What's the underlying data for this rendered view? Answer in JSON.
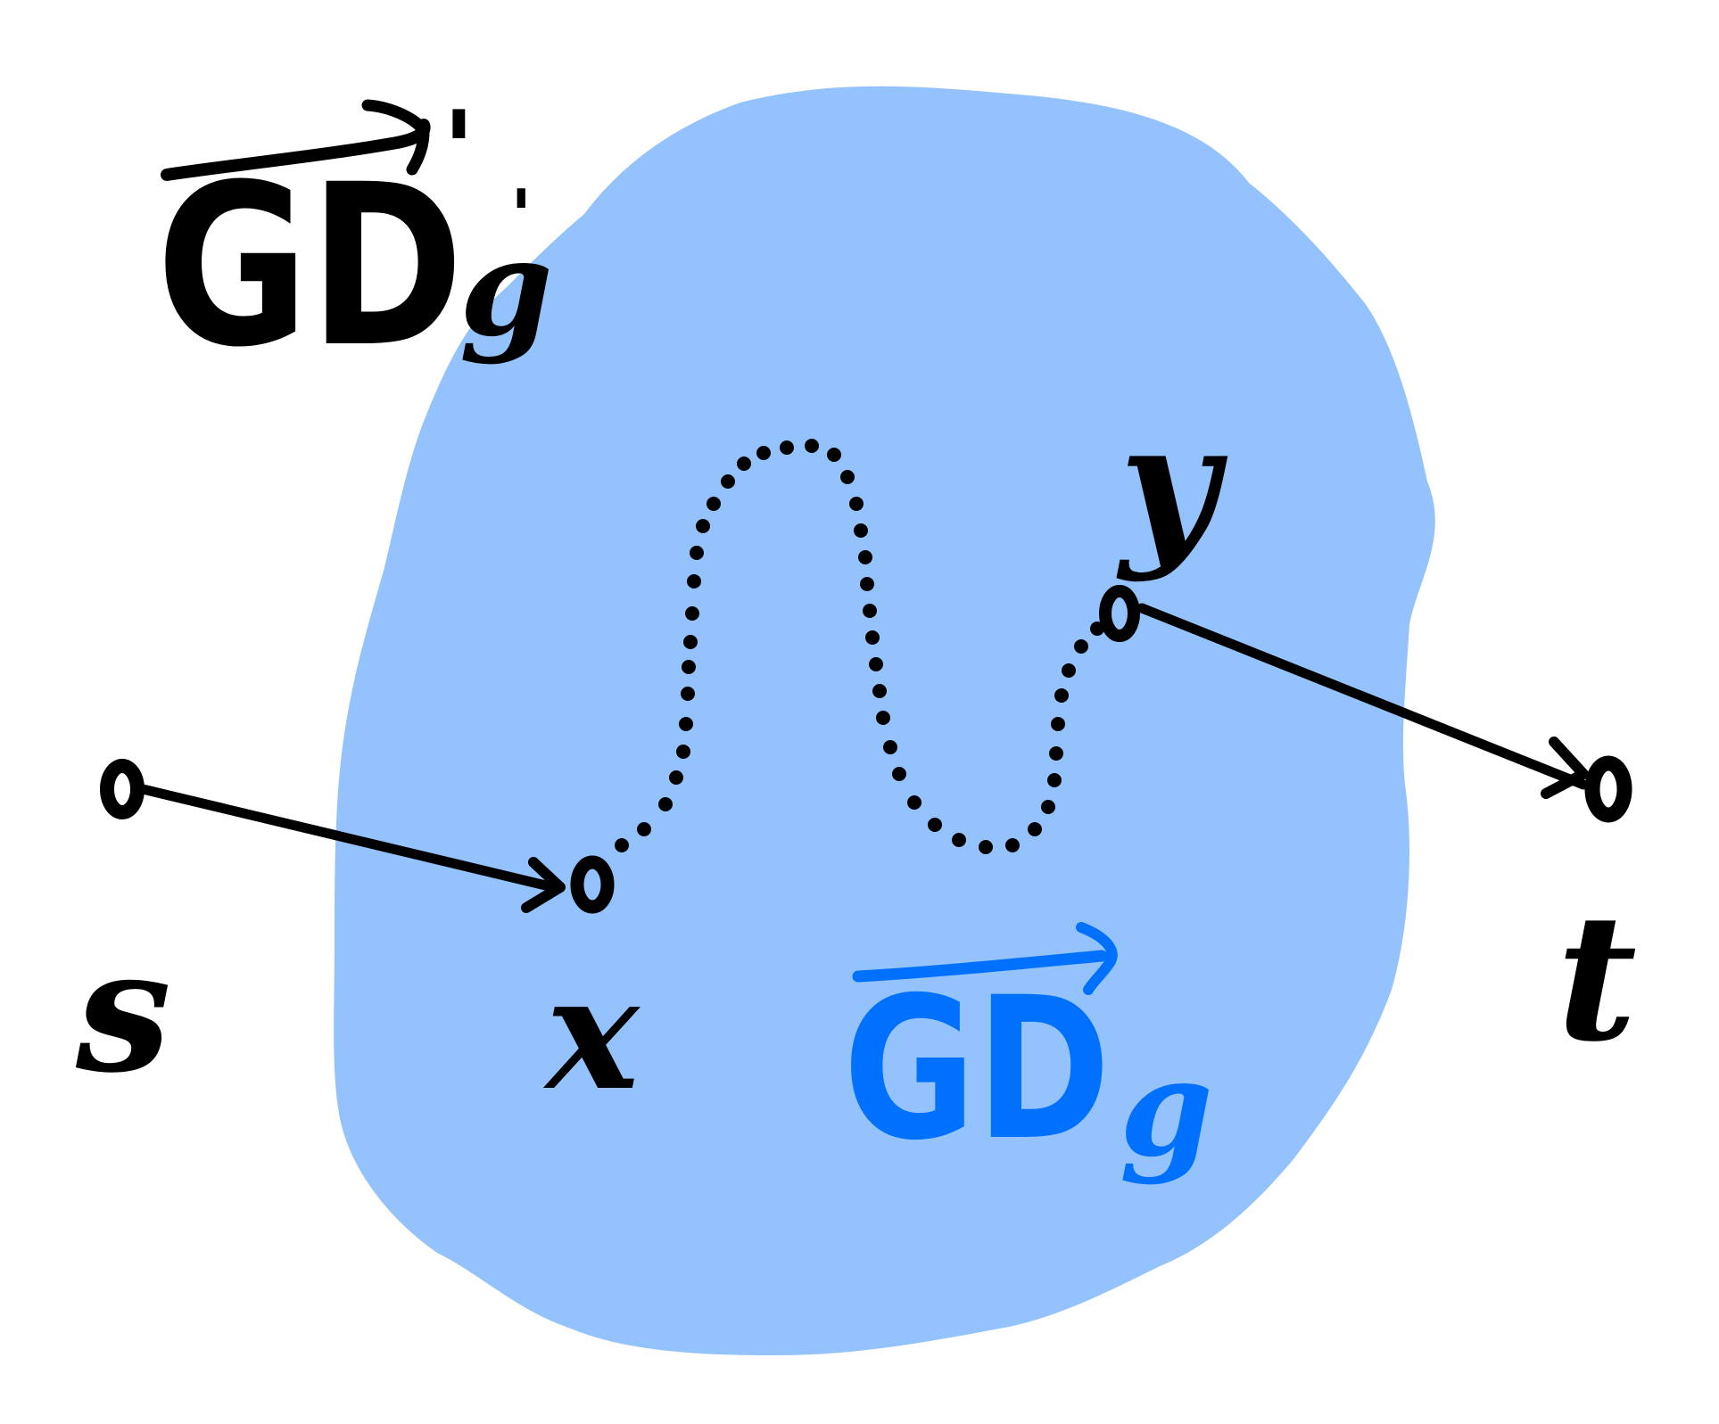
{
  "colors": {
    "region_fill": "#94C2FC",
    "ink": "#000000",
    "accent": "#0070FF",
    "background": "#FFFFFF"
  },
  "labels": {
    "outer_graph": {
      "main": "GD",
      "prime": "'",
      "subscript": "g",
      "sub_prime": "'"
    },
    "inner_graph": {
      "main": "GD",
      "subscript": "g"
    },
    "source": "s",
    "target": "t",
    "entry": "x",
    "exit": "y"
  }
}
